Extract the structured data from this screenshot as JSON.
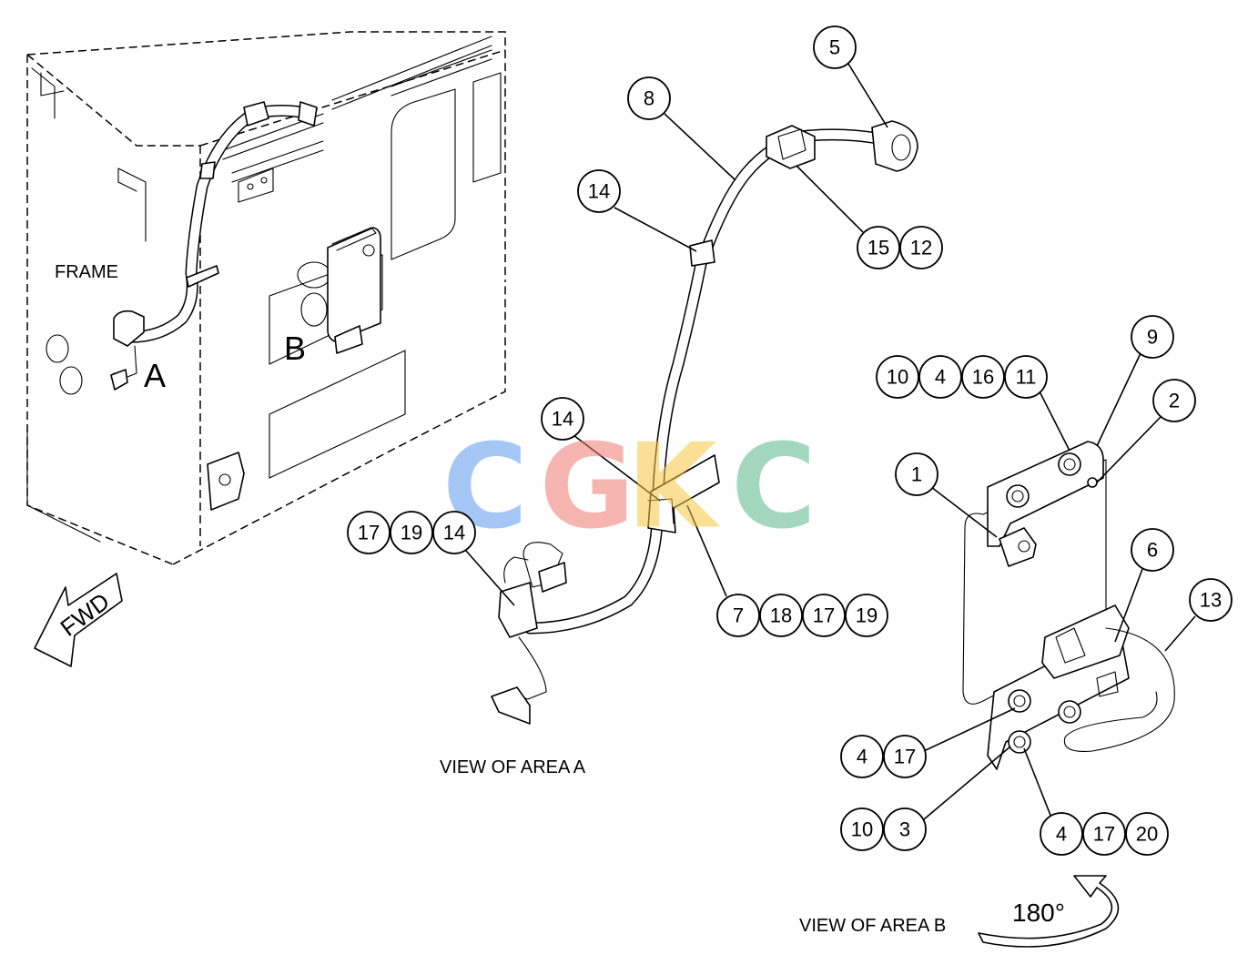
{
  "labels": {
    "frame": "FRAME",
    "area_a": "A",
    "area_b": "B",
    "fwd": "FWD",
    "view_a": "VIEW OF AREA A",
    "view_b": "VIEW OF AREA B",
    "rotation": "180°"
  },
  "watermark": {
    "letters": [
      {
        "char": "C",
        "color": "#5b9bf0"
      },
      {
        "char": "G",
        "color": "#f07a72"
      },
      {
        "char": "K",
        "color": "#f5c842"
      },
      {
        "char": "C",
        "color": "#5bb98a"
      }
    ]
  },
  "callouts": [
    {
      "id": "c1",
      "numbers": [
        "5"
      ]
    },
    {
      "id": "c2",
      "numbers": [
        "8"
      ]
    },
    {
      "id": "c3",
      "numbers": [
        "14"
      ]
    },
    {
      "id": "c4",
      "numbers": [
        "15",
        "12"
      ]
    },
    {
      "id": "c5",
      "numbers": [
        "14"
      ]
    },
    {
      "id": "c6",
      "numbers": [
        "17",
        "19",
        "14"
      ]
    },
    {
      "id": "c7",
      "numbers": [
        "7",
        "18",
        "17",
        "19"
      ]
    },
    {
      "id": "c8",
      "numbers": [
        "9"
      ]
    },
    {
      "id": "c9",
      "numbers": [
        "10",
        "4",
        "16",
        "11"
      ]
    },
    {
      "id": "c10",
      "numbers": [
        "2"
      ]
    },
    {
      "id": "c11",
      "numbers": [
        "1"
      ]
    },
    {
      "id": "c12",
      "numbers": [
        "6"
      ]
    },
    {
      "id": "c13",
      "numbers": [
        "13"
      ]
    },
    {
      "id": "c14",
      "numbers": [
        "4",
        "17"
      ]
    },
    {
      "id": "c15",
      "numbers": [
        "10",
        "3"
      ]
    },
    {
      "id": "c16",
      "numbers": [
        "4",
        "17",
        "20"
      ]
    }
  ]
}
